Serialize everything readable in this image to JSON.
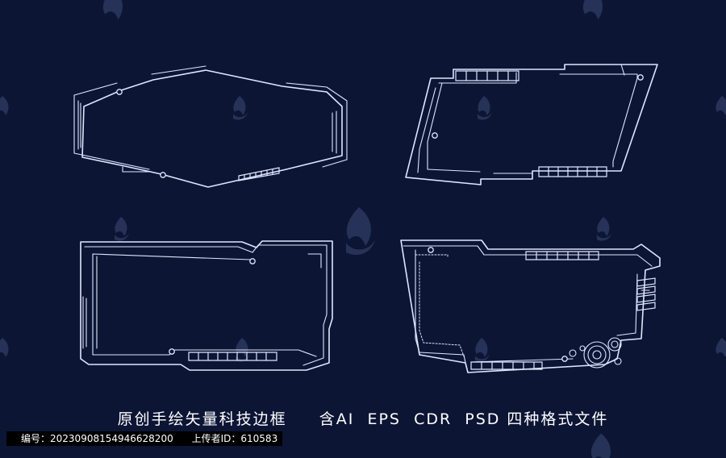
{
  "caption": {
    "title": "原创手绘矢量科技边框",
    "formats": "含AI  EPS  CDR  PSD 四种格式文件"
  },
  "meta": {
    "id_label": "编号：",
    "id_value": "20230908154946628200",
    "uploader_label": "上传者ID：",
    "uploader_value": "610583"
  },
  "colors": {
    "background": "#0d1535",
    "line": "#dfe6ff",
    "watermark": "#3c4a73"
  },
  "icons": {
    "watermark": "hui-tu-logo-icon"
  }
}
